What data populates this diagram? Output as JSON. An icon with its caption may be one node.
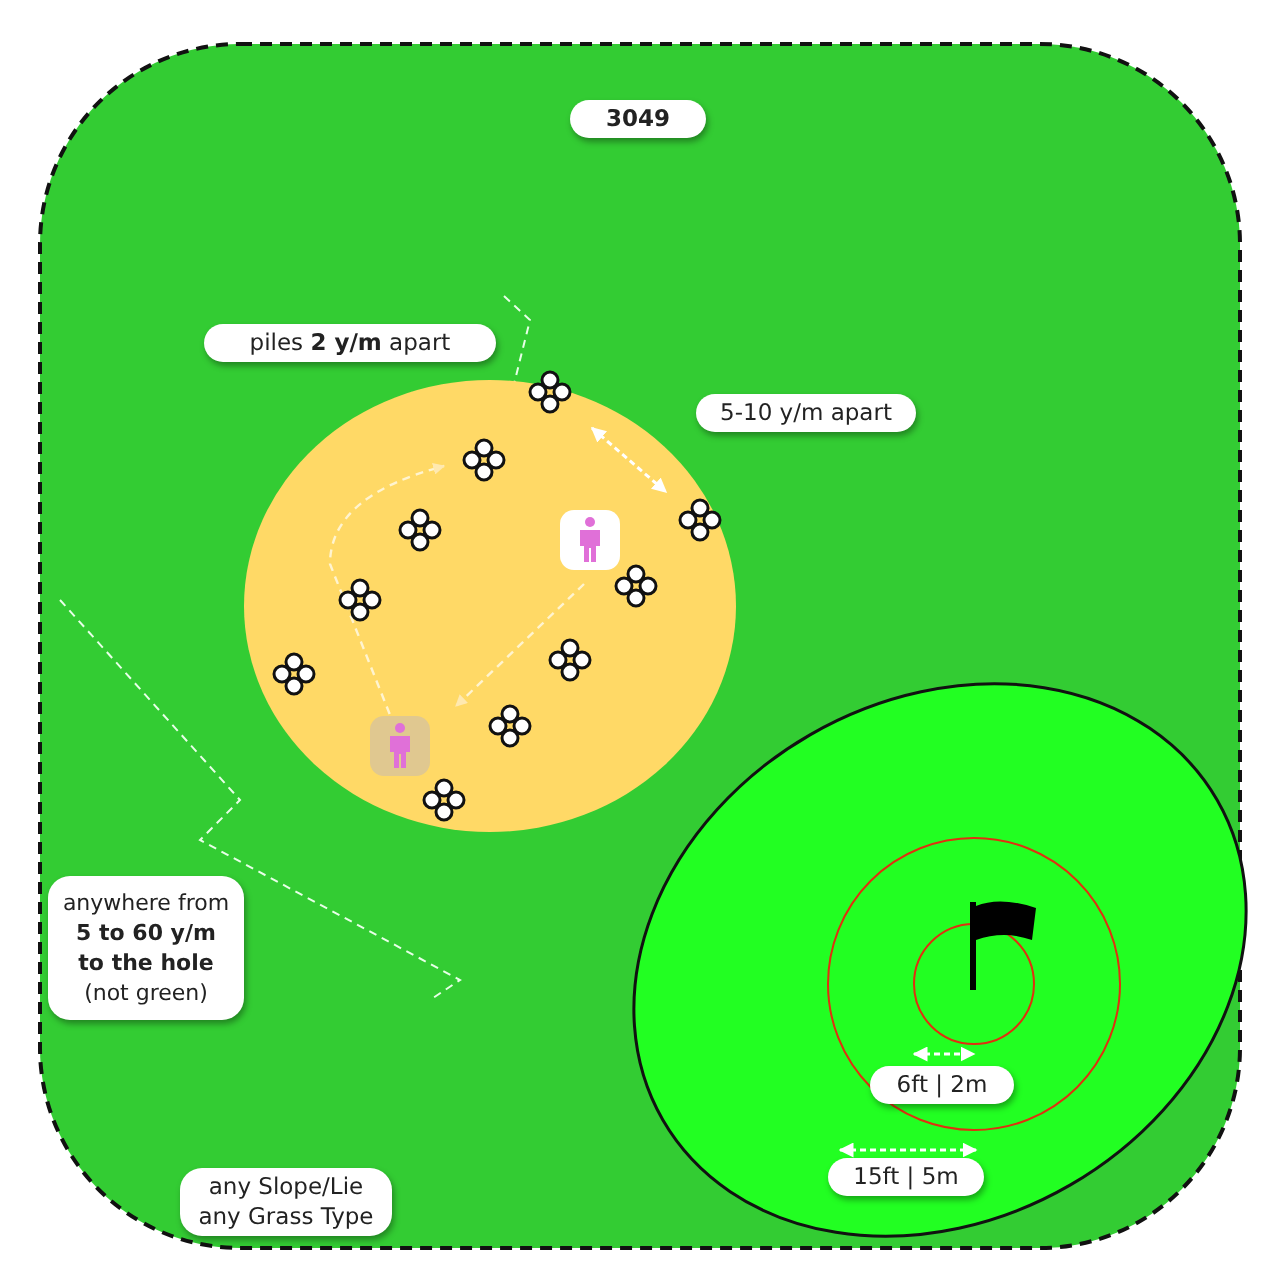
{
  "diagram": {
    "labels": [
      "3049",
      "piles **2 y/m** apart",
      "5-10 y/m apart",
      "anywhere from **5 to 60 y/m to the hole** (not green)",
      "any Slope/Lie any Grass Type",
      "6ft | 2m",
      "15ft | 5m"
    ]
  }
}
